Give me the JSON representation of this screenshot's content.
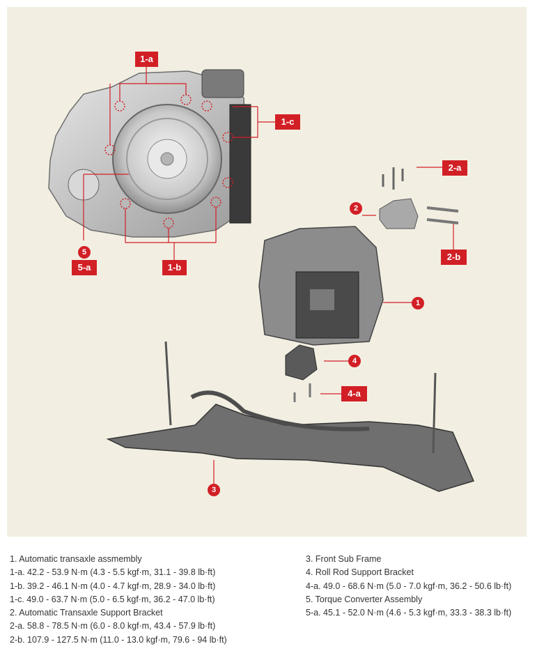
{
  "figure": {
    "callouts": {
      "c1a": "1-a",
      "c1b": "1-b",
      "c1c": "1-c",
      "c2a": "2-a",
      "c2b": "2-b",
      "c4a": "4-a",
      "c5a": "5-a"
    },
    "numbers": {
      "n1": "1",
      "n2": "2",
      "n3": "3",
      "n4": "4",
      "n5": "5"
    },
    "colors": {
      "callout": "#d21f26",
      "background": "#f2efe2"
    }
  },
  "legend": {
    "left": [
      "1. Automatic transaxle assmembly",
      "1-a. 42.2 - 53.9 N·m (4.3 - 5.5 kgf·m, 31.1 - 39.8 lb·ft)",
      "1-b. 39.2 - 46.1 N·m (4.0 - 4.7 kgf·m, 28.9 - 34.0 lb·ft)",
      "1-c. 49.0 - 63.7 N·m (5.0 - 6.5 kgf·m, 36.2 - 47.0 lb·ft)",
      "2. Automatic Transaxle Support Bracket",
      "2-a. 58.8 - 78.5 N·m (6.0 - 8.0 kgf·m, 43.4 - 57.9 lb·ft)",
      "2-b. 107.9 - 127.5 N·m (11.0 - 13.0 kgf·m, 79.6 - 94 lb·ft)"
    ],
    "right": [
      "3. Front Sub Frame",
      "4. Roll Rod Support Bracket",
      "4-a. 49.0 - 68.6 N·m (5.0 - 7.0 kgf·m, 36.2 - 50.6 lb·ft)",
      "5. Torque Converter Assembly",
      "5-a. 45.1 - 52.0 N·m (4.6 - 5.3 kgf·m, 33.3 - 38.3 lb·ft)"
    ]
  }
}
